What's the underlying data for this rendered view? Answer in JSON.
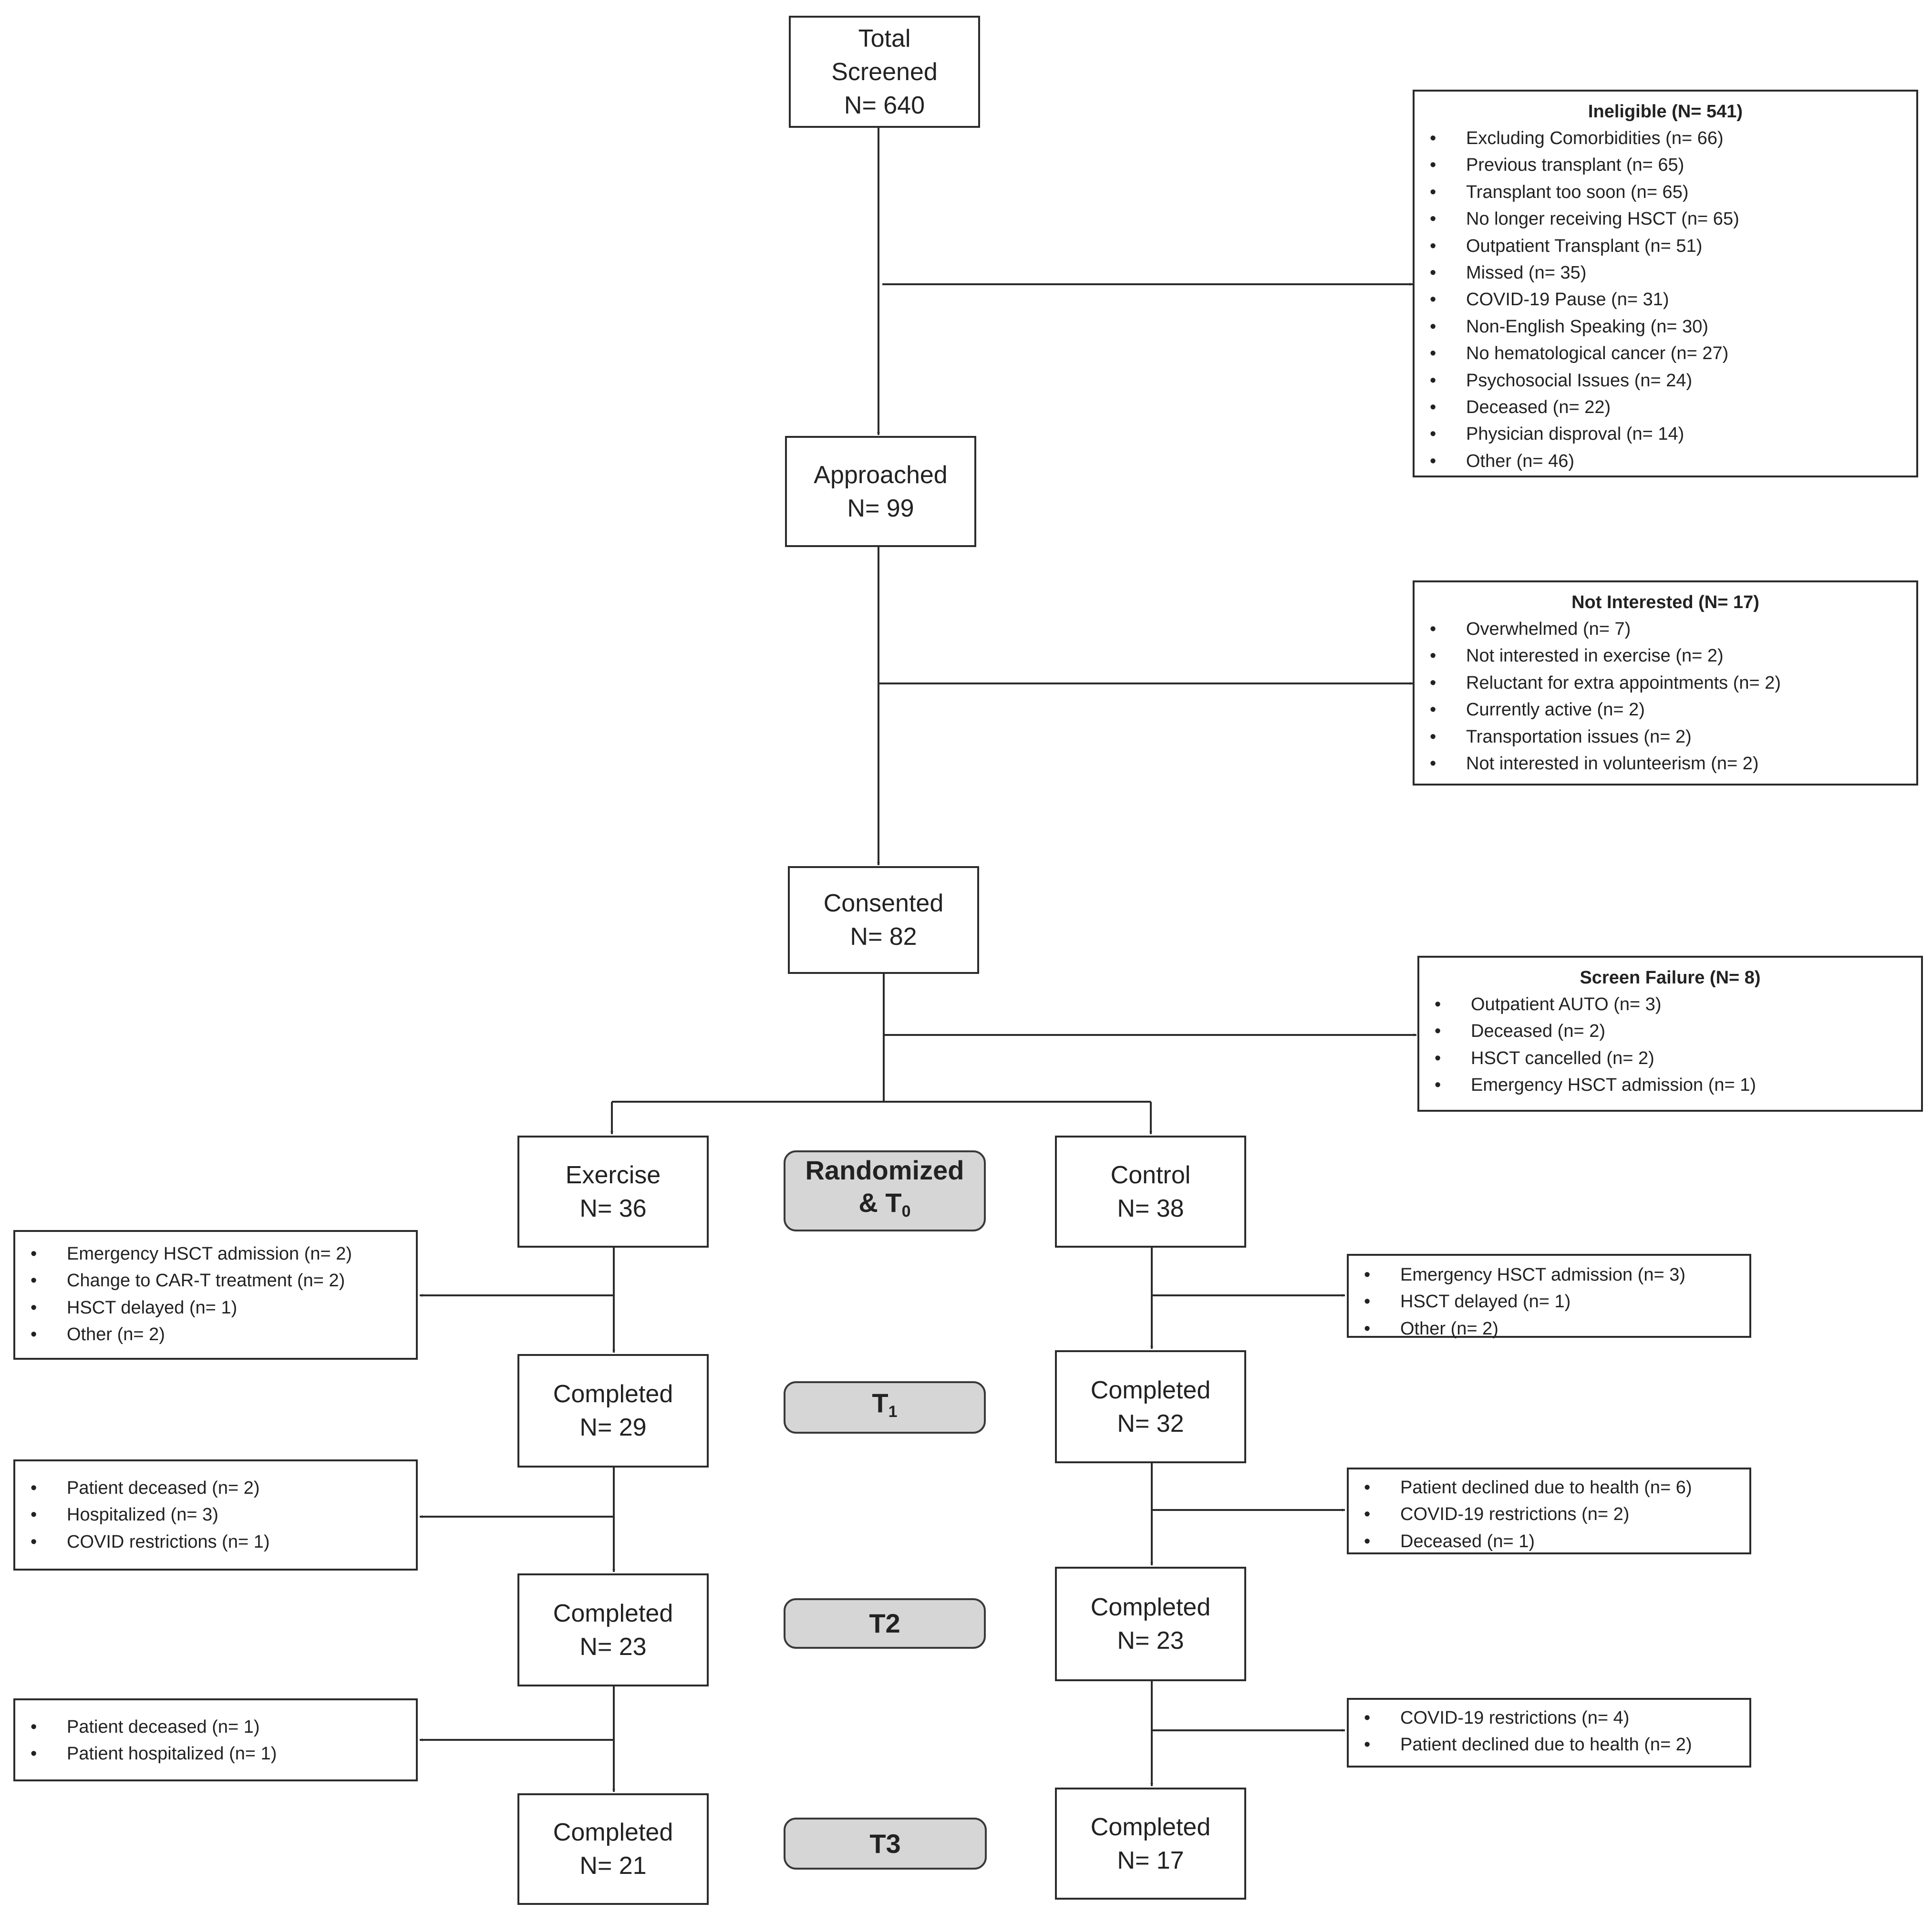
{
  "main_boxes": {
    "screened": [
      "Total",
      "Screened",
      "N= 640"
    ],
    "approached": [
      "Approached",
      "N= 99"
    ],
    "consented": [
      "Consented",
      "N= 82"
    ],
    "exercise": [
      "Exercise",
      "N= 36"
    ],
    "control": [
      "Control",
      "N= 38"
    ],
    "ex_t1": [
      "Completed",
      "N= 29"
    ],
    "ct_t1": [
      "Completed",
      "N= 32"
    ],
    "ex_t2": [
      "Completed",
      "N= 23"
    ],
    "ct_t2": [
      "Completed",
      "N= 23"
    ],
    "ex_t3": [
      "Completed",
      "N= 21"
    ],
    "ct_t3": [
      "Completed",
      "N= 17"
    ]
  },
  "timepoints": {
    "randomized": {
      "line1": "Randomized",
      "line2": "& T",
      "sub": "0"
    },
    "t1": {
      "label": "T",
      "sub": "1"
    },
    "t2": {
      "label": "T2"
    },
    "t3": {
      "label": "T3"
    }
  },
  "bullet_glyph": "•",
  "exclusions": {
    "ineligible": {
      "title": "Ineligible (N= 541)",
      "items": [
        "Excluding Comorbidities (n= 66)",
        "Previous transplant (n= 65)",
        "Transplant too soon (n= 65)",
        "No longer receiving HSCT (n= 65)",
        "Outpatient Transplant (n= 51)",
        "Missed (n= 35)",
        "COVID-19 Pause (n= 31)",
        "Non-English Speaking (n= 30)",
        "No hematological cancer (n= 27)",
        "Psychosocial Issues (n= 24)",
        "Deceased (n= 22)",
        "Physician disproval (n= 14)",
        "Other (n= 46)"
      ]
    },
    "not_interested": {
      "title": "Not Interested (N= 17)",
      "items": [
        "Overwhelmed (n= 7)",
        "Not interested in exercise (n= 2)",
        "Reluctant for extra appointments (n= 2)",
        "Currently active (n= 2)",
        "Transportation issues (n= 2)",
        "Not interested in volunteerism (n= 2)"
      ]
    },
    "screen_failure": {
      "title": "Screen Failure (N= 8)",
      "items": [
        "Outpatient AUTO (n= 3)",
        "Deceased (n= 2)",
        "HSCT cancelled (n= 2)",
        "Emergency HSCT admission (n= 1)"
      ]
    },
    "ex_drop1": {
      "items": [
        "Emergency HSCT admission (n= 2)",
        "Change to CAR-T treatment (n= 2)",
        "HSCT delayed (n= 1)",
        "Other (n= 2)"
      ]
    },
    "ct_drop1": {
      "items": [
        "Emergency HSCT admission (n= 3)",
        "HSCT delayed (n= 1)",
        "Other (n= 2)"
      ]
    },
    "ex_drop2": {
      "items": [
        "Patient deceased (n= 2)",
        "Hospitalized (n= 3)",
        "COVID restrictions (n= 1)"
      ]
    },
    "ct_drop2": {
      "items": [
        "Patient declined due to health (n= 6)",
        "COVID-19 restrictions (n= 2)",
        "Deceased (n= 1)"
      ]
    },
    "ex_drop3": {
      "items": [
        "Patient deceased (n= 1)",
        "Patient hospitalized (n= 1)"
      ]
    },
    "ct_drop3": {
      "items": [
        "COVID-19 restrictions (n= 4)",
        "Patient declined due to health (n= 2)"
      ]
    }
  }
}
